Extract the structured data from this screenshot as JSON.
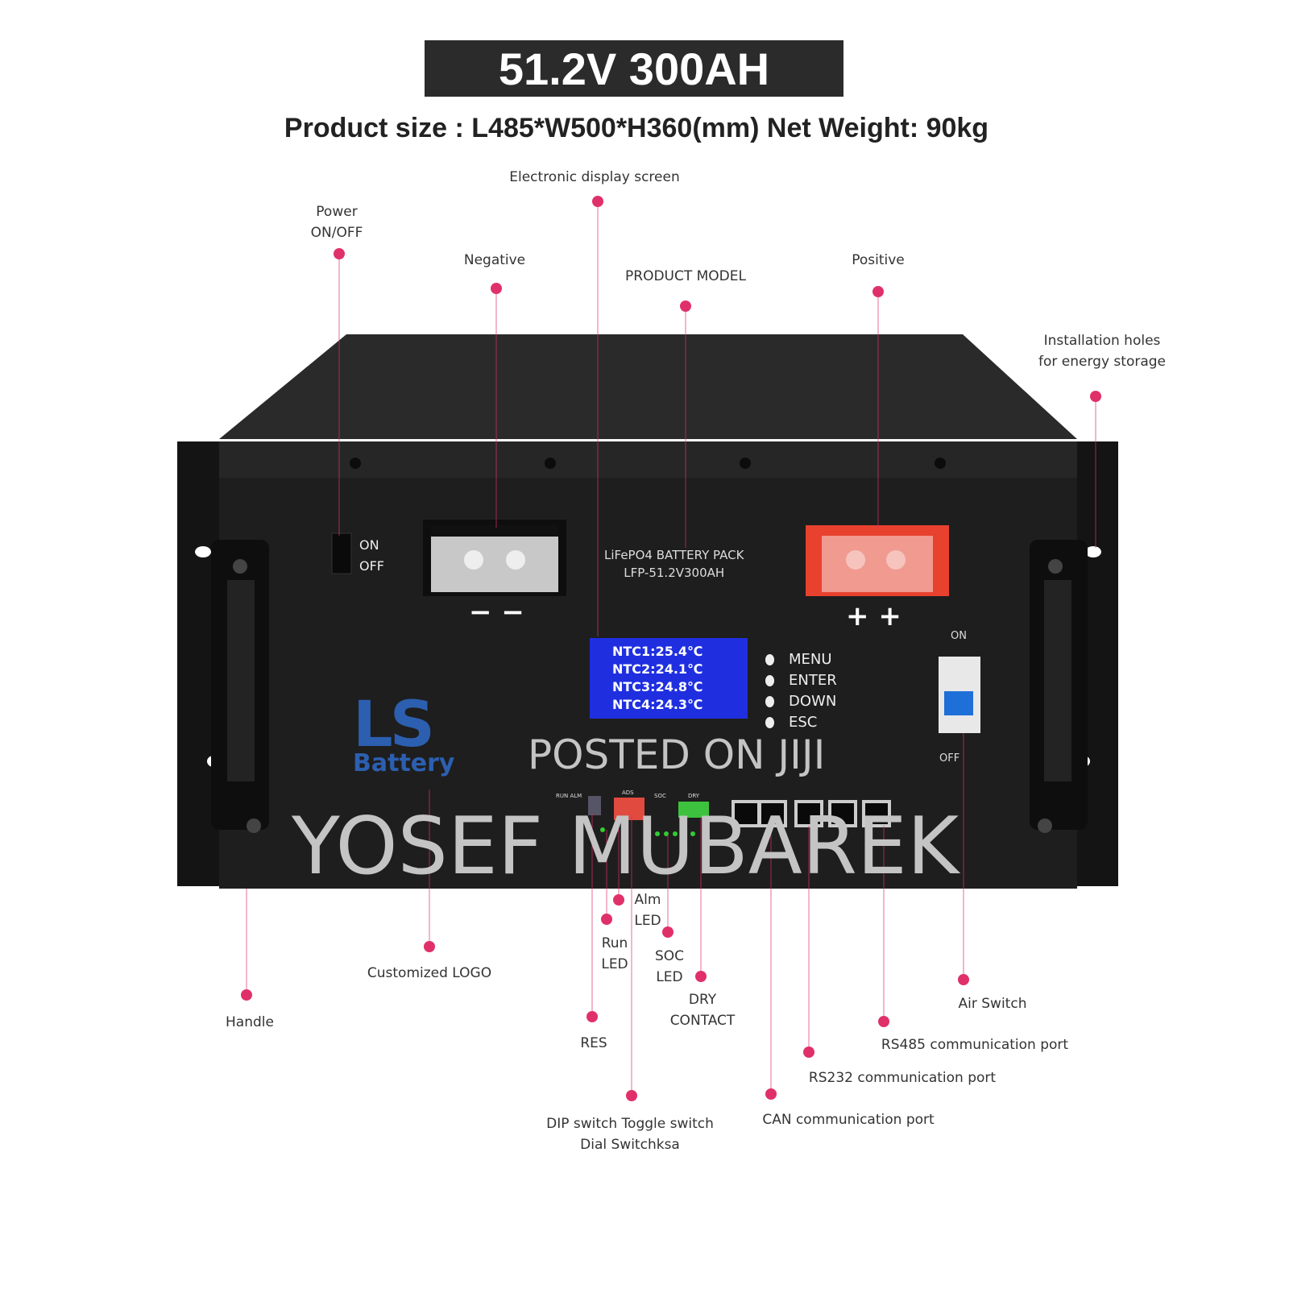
{
  "header": {
    "title": "51.2V 300AH",
    "subtitle": "Product size : L485*W500*H360(mm) Net Weight: 90kg"
  },
  "device": {
    "switch_on": "ON",
    "switch_off": "OFF",
    "model_line1": "LiFePO4 BATTERY PACK",
    "model_line2": "LFP-51.2V300AH",
    "negative_marks": "−   −",
    "positive_marks": "+   +",
    "lcd_lines": [
      "NTC1:25.4℃",
      "NTC2:24.1℃",
      "NTC3:24.8℃",
      "NTC4:24.3℃"
    ],
    "buttons": [
      "MENU",
      "ENTER",
      "DOWN",
      "ESC"
    ],
    "air_on": "ON",
    "air_off": "OFF",
    "logo_ls": "LS",
    "logo_battery": "Battery",
    "small_labels": {
      "ads": "ADS",
      "dry": "DRY",
      "soc": "SOC",
      "run_alm": "RUN ALM"
    }
  },
  "watermark": {
    "line1": "POSTED ON JIJI",
    "line2": "YOSEF MUBAREK"
  },
  "colors": {
    "annotation": "#e0306a",
    "lcd": "#1f2fe0",
    "positive_terminal": "#e8412e",
    "logo": "#2c5fb0",
    "body": "#1e1e1e"
  },
  "annotations": [
    {
      "id": "power",
      "lines": [
        "Power",
        "ON/OFF"
      ]
    },
    {
      "id": "negative",
      "lines": [
        "Negative"
      ]
    },
    {
      "id": "display",
      "lines": [
        "Electronic display screen"
      ]
    },
    {
      "id": "model",
      "lines": [
        "PRODUCT MODEL"
      ]
    },
    {
      "id": "positive",
      "lines": [
        "Positive"
      ]
    },
    {
      "id": "install",
      "lines": [
        "Installation holes",
        "for energy storage"
      ]
    },
    {
      "id": "handle",
      "lines": [
        "Handle"
      ]
    },
    {
      "id": "logo",
      "lines": [
        "Customized LOGO"
      ]
    },
    {
      "id": "res",
      "lines": [
        "RES"
      ]
    },
    {
      "id": "dip",
      "lines": [
        "DIP  switch Toggle switch",
        "Dial Switchksa"
      ]
    },
    {
      "id": "run",
      "lines": [
        "Run",
        "LED"
      ]
    },
    {
      "id": "alm",
      "lines": [
        "Alm",
        "LED"
      ]
    },
    {
      "id": "soc",
      "lines": [
        "SOC",
        "LED"
      ]
    },
    {
      "id": "dry",
      "lines": [
        "DRY",
        "CONTACT"
      ]
    },
    {
      "id": "can",
      "lines": [
        "CAN communication port"
      ]
    },
    {
      "id": "rs232",
      "lines": [
        "RS232 communication port"
      ]
    },
    {
      "id": "rs485",
      "lines": [
        "RS485 communication port"
      ]
    },
    {
      "id": "air",
      "lines": [
        "Air Switch"
      ]
    }
  ]
}
